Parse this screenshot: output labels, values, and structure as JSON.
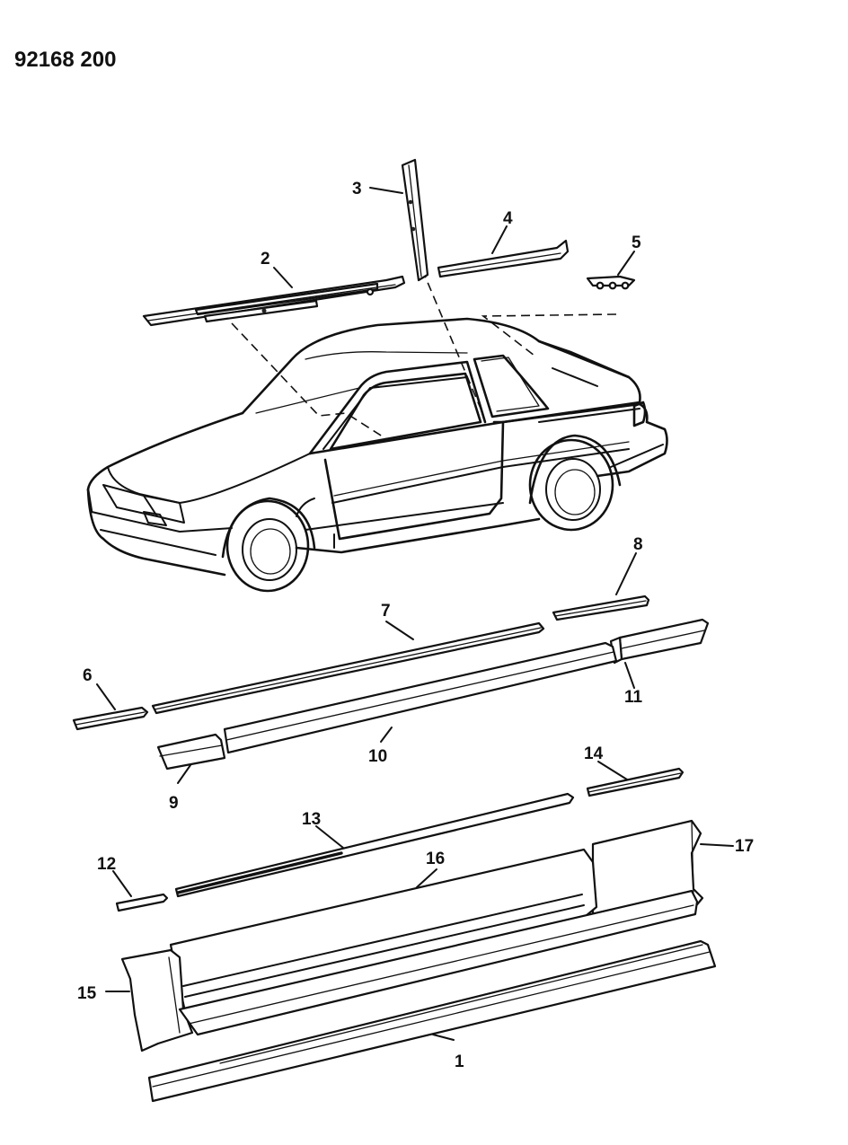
{
  "diagram": {
    "drawing_number": "92168 200",
    "callouts": [
      "1",
      "2",
      "3",
      "4",
      "5",
      "6",
      "7",
      "8",
      "9",
      "10",
      "11",
      "12",
      "13",
      "14",
      "15",
      "16",
      "17"
    ]
  }
}
